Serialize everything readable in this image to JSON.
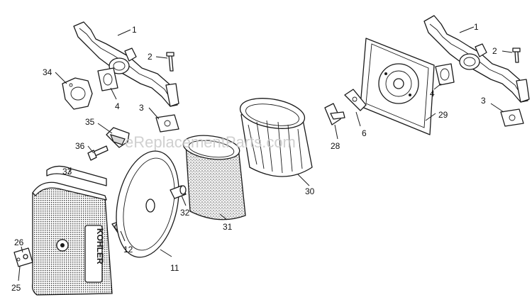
{
  "watermark": "eReplacementParts.com",
  "brand_text": "KOHLER",
  "callouts": [
    {
      "id": "1a",
      "text": "1"
    },
    {
      "id": "2a",
      "text": "2"
    },
    {
      "id": "34",
      "text": "34"
    },
    {
      "id": "4a",
      "text": "4"
    },
    {
      "id": "3a",
      "text": "3"
    },
    {
      "id": "35",
      "text": "35"
    },
    {
      "id": "36",
      "text": "36"
    },
    {
      "id": "33",
      "text": "33"
    },
    {
      "id": "26",
      "text": "26"
    },
    {
      "id": "25",
      "text": "25"
    },
    {
      "id": "12",
      "text": "12"
    },
    {
      "id": "11",
      "text": "11"
    },
    {
      "id": "32",
      "text": "32"
    },
    {
      "id": "31",
      "text": "31"
    },
    {
      "id": "30",
      "text": "30"
    },
    {
      "id": "28",
      "text": "28"
    },
    {
      "id": "6",
      "text": "6"
    },
    {
      "id": "29",
      "text": "29"
    },
    {
      "id": "1b",
      "text": "1"
    },
    {
      "id": "2b",
      "text": "2"
    },
    {
      "id": "4b",
      "text": "4"
    },
    {
      "id": "3b",
      "text": "3"
    }
  ],
  "colors": {
    "line": "#1a1a1a",
    "watermark": "#c8c8c8",
    "paper": "#ffffff"
  }
}
